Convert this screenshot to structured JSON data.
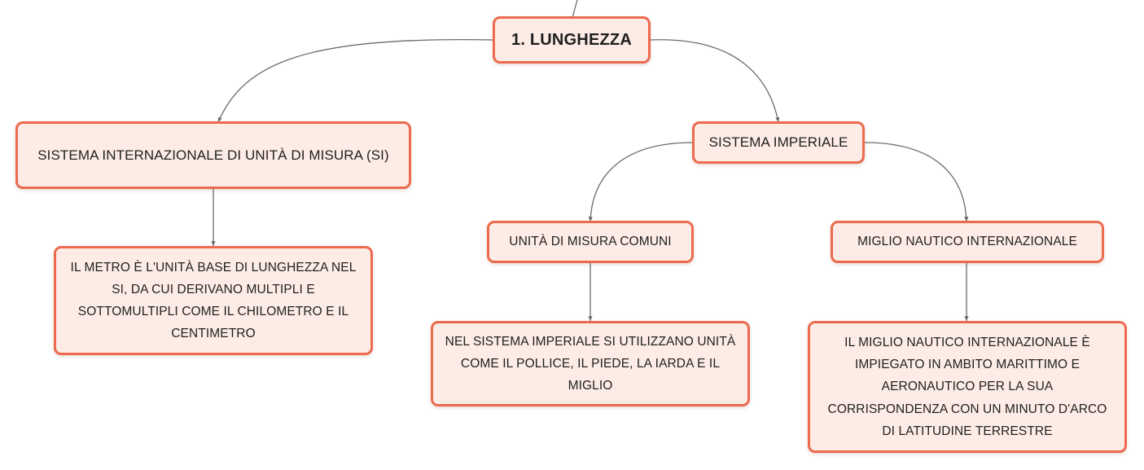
{
  "diagram": {
    "root": {
      "label": "1. LUNGHEZZA"
    },
    "si": {
      "label": "SISTEMA INTERNAZIONALE DI UNITÀ DI MISURA (SI)",
      "detail": "IL METRO È L'UNITÀ BASE DI LUNGHEZZA NEL SI, DA CUI DERIVANO MULTIPLI E SOTTOMULTIPLI COME IL CHILOMETRO E IL CENTIMETRO"
    },
    "imperial": {
      "label": "SISTEMA IMPERIALE",
      "common_units": {
        "label": "UNITÀ DI MISURA COMUNI",
        "detail": "NEL SISTEMA IMPERIALE SI UTILIZZANO UNITÀ COME IL POLLICE, IL PIEDE, LA IARDA E IL MIGLIO"
      },
      "nautical_mile": {
        "label": "MIGLIO NAUTICO INTERNAZIONALE",
        "detail": "IL MIGLIO NAUTICO INTERNAZIONALE È IMPIEGATO IN AMBITO MARITTIMO E AERONAUTICO PER LA SUA CORRISPONDENZA CON UN MINUTO D'ARCO DI LATITUDINE TERRESTRE"
      }
    },
    "colors": {
      "node_fill": "#fdece6",
      "node_border": "#ec6a4e",
      "connector": "#6b6b6b",
      "text": "#1f1f1f"
    }
  }
}
